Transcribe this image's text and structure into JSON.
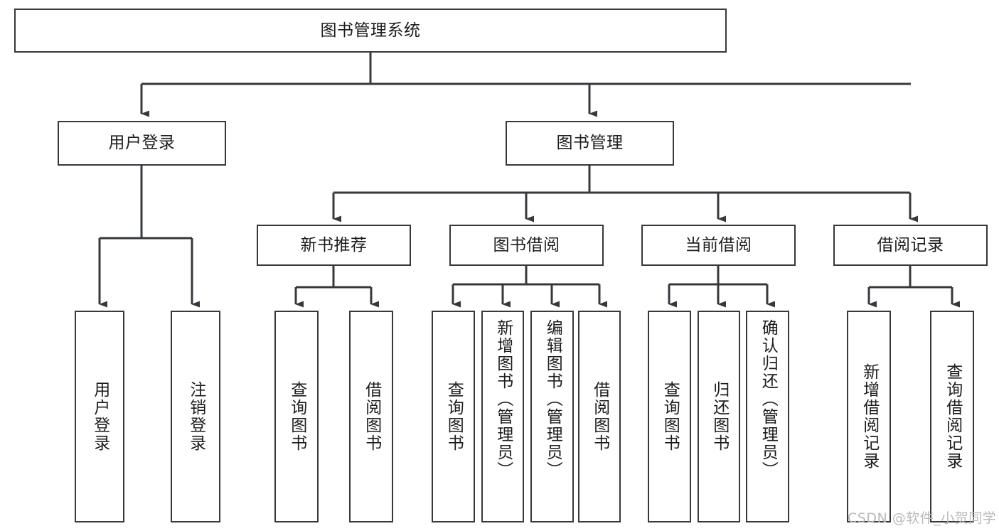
{
  "diagram": {
    "type": "tree-hierarchy-chart",
    "title": "图书管理系统",
    "colors": {
      "box_border": "#35383d",
      "box_fill": "#ffffff",
      "edge": "#35383d",
      "text": "#1d1d1d",
      "watermark": "#b9b9b9",
      "background": "#ffffff"
    },
    "levels": {
      "level1": [
        {
          "id": "root",
          "label": "图书管理系统"
        }
      ],
      "level2": [
        {
          "id": "user-login",
          "label": "用户登录"
        },
        {
          "id": "book-manage",
          "label": "图书管理"
        }
      ],
      "level3": [
        {
          "id": "new-book-recommend",
          "label": "新书推荐"
        },
        {
          "id": "book-borrow",
          "label": "图书借阅"
        },
        {
          "id": "current-borrow",
          "label": "当前借阅"
        },
        {
          "id": "borrow-record",
          "label": "借阅记录"
        }
      ],
      "level4": [
        {
          "id": "leaf-user-login",
          "label": "用户登录"
        },
        {
          "id": "leaf-logout",
          "label": "注销登录"
        },
        {
          "id": "leaf-query-book-1",
          "label": "查询图书"
        },
        {
          "id": "leaf-borrow-book-1",
          "label": "借阅图书"
        },
        {
          "id": "leaf-query-book-2",
          "label": "查询图书"
        },
        {
          "id": "leaf-add-book",
          "label": "新增图书（管理员）"
        },
        {
          "id": "leaf-edit-book",
          "label": "编辑图书（管理员）"
        },
        {
          "id": "leaf-borrow-book-2",
          "label": "借阅图书"
        },
        {
          "id": "leaf-query-book-3",
          "label": "查询图书"
        },
        {
          "id": "leaf-return-book",
          "label": "归还图书"
        },
        {
          "id": "leaf-confirm-return",
          "label": "确认归还（管理员）"
        },
        {
          "id": "leaf-add-record",
          "label": "新增借阅记录"
        },
        {
          "id": "leaf-query-record",
          "label": "查询借阅记录"
        }
      ]
    },
    "edges": [
      {
        "from": "root",
        "to": "user-login"
      },
      {
        "from": "root",
        "to": "book-manage"
      },
      {
        "from": "user-login",
        "to": "leaf-user-login"
      },
      {
        "from": "user-login",
        "to": "leaf-logout"
      },
      {
        "from": "book-manage",
        "to": "new-book-recommend"
      },
      {
        "from": "book-manage",
        "to": "book-borrow"
      },
      {
        "from": "book-manage",
        "to": "current-borrow"
      },
      {
        "from": "book-manage",
        "to": "borrow-record"
      },
      {
        "from": "new-book-recommend",
        "to": "leaf-query-book-1"
      },
      {
        "from": "new-book-recommend",
        "to": "leaf-borrow-book-1"
      },
      {
        "from": "book-borrow",
        "to": "leaf-query-book-2"
      },
      {
        "from": "book-borrow",
        "to": "leaf-add-book"
      },
      {
        "from": "book-borrow",
        "to": "leaf-edit-book"
      },
      {
        "from": "book-borrow",
        "to": "leaf-borrow-book-2"
      },
      {
        "from": "current-borrow",
        "to": "leaf-query-book-3"
      },
      {
        "from": "current-borrow",
        "to": "leaf-return-book"
      },
      {
        "from": "current-borrow",
        "to": "leaf-confirm-return"
      },
      {
        "from": "borrow-record",
        "to": "leaf-add-record"
      },
      {
        "from": "borrow-record",
        "to": "leaf-query-record"
      }
    ]
  },
  "watermark": {
    "text": "CSDN @软件_小贺同学"
  }
}
